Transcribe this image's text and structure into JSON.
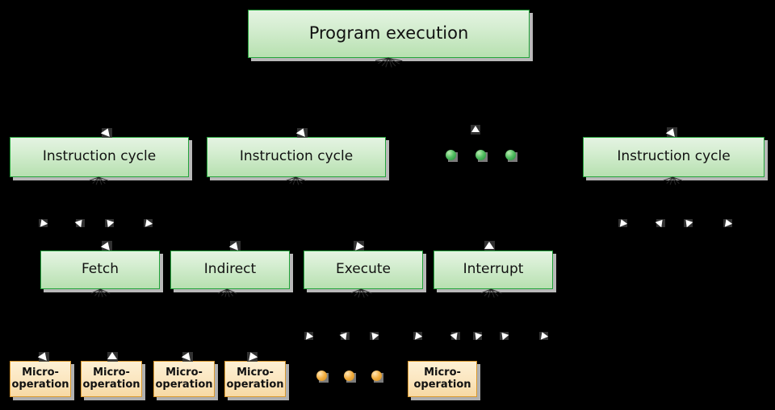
{
  "diagram": {
    "title_node": {
      "label": "Program execution",
      "color": "#b7e0b0"
    },
    "level2": {
      "nodes": [
        {
          "label": "Instruction cycle"
        },
        {
          "label": "Instruction cycle"
        },
        {
          "label": "Instruction cycle"
        }
      ],
      "ellipsis": {
        "dots": 3,
        "color": "#2fa03a"
      }
    },
    "level3": {
      "nodes": [
        {
          "label": "Fetch"
        },
        {
          "label": "Indirect"
        },
        {
          "label": "Execute"
        },
        {
          "label": "Interrupt"
        }
      ]
    },
    "level4": {
      "nodes": [
        {
          "label": "Micro-\noperation"
        },
        {
          "label": "Micro-\noperation"
        },
        {
          "label": "Micro-\noperation"
        },
        {
          "label": "Micro-\noperation"
        },
        {
          "label": "Micro-\noperation"
        }
      ],
      "ellipsis": {
        "dots": 3,
        "color": "#d9992e"
      }
    },
    "labels": {
      "micro_line1": "Micro-",
      "micro_line2": "operation",
      "fetch": "Fetch",
      "indirect": "Indirect",
      "execute": "Execute",
      "interrupt": "Interrupt",
      "instruction_cycle": "Instruction cycle",
      "program_execution": "Program execution"
    },
    "colors": {
      "background": "#000000",
      "green_fill_top": "#e4f3e2",
      "green_fill_bottom": "#b7e0b0",
      "green_border": "#22a33a",
      "orange_fill_top": "#fdf0d4",
      "orange_fill_bottom": "#f7d9a3",
      "orange_border": "#d9992e",
      "shadow": "#b9b9b9",
      "arrowhead": "#ffffff"
    }
  }
}
